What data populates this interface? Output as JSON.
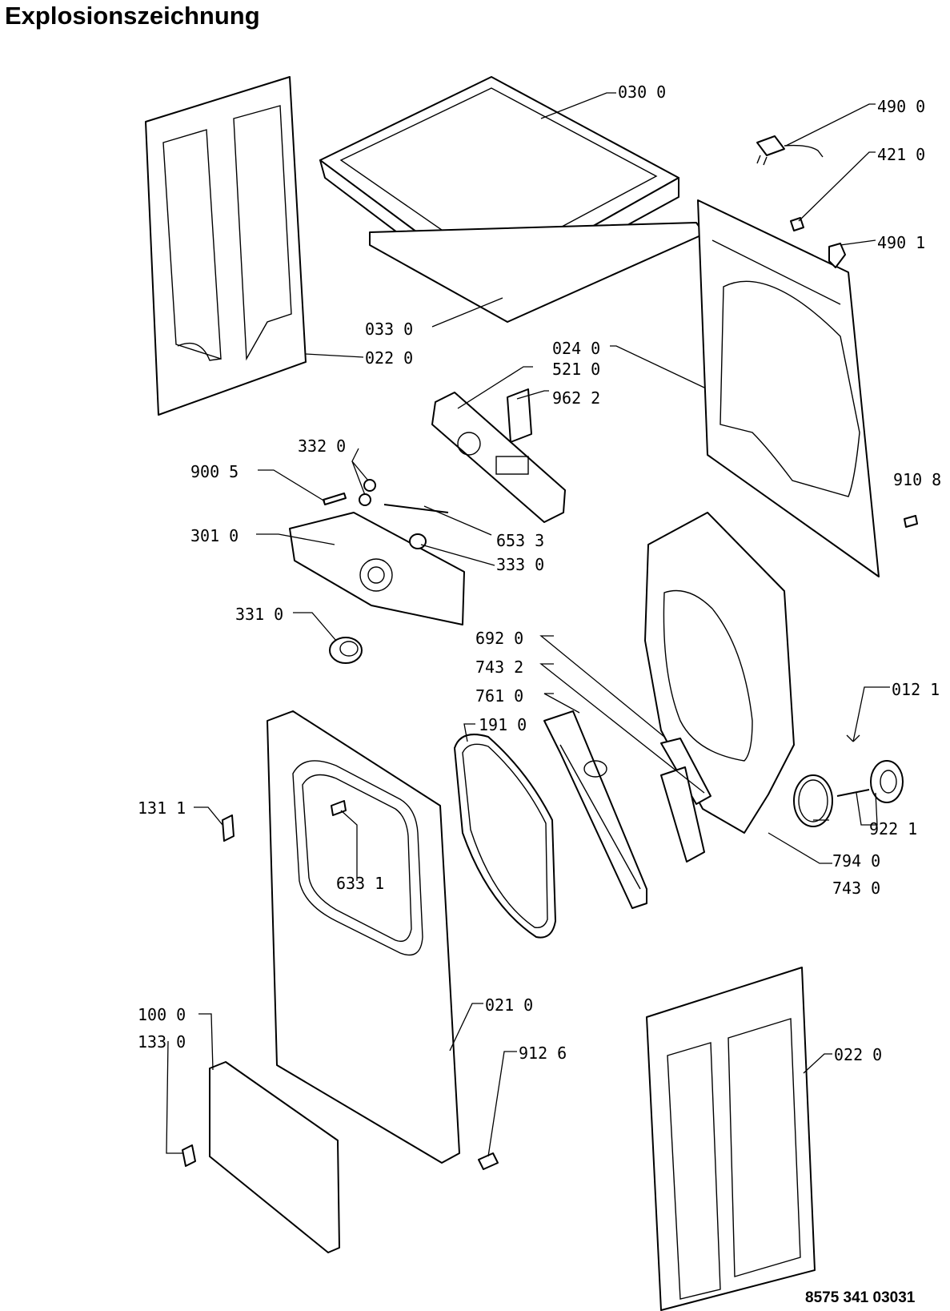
{
  "title": "Explosionszeichnung",
  "document_number": "8575 341 03031",
  "colors": {
    "line": "#000000",
    "background": "#ffffff"
  },
  "labels": {
    "p0300": "030 0",
    "p4900": "490 0",
    "p4210": "421 0",
    "p4901": "490 1",
    "p0330": "033 0",
    "p0220_top": "022 0",
    "p0240": "024 0",
    "p5210": "521 0",
    "p9622": "962 2",
    "p3320": "332 0",
    "p9005": "900 5",
    "p3010": "301 0",
    "p6533": "653 3",
    "p3330": "333 0",
    "p9108": "910 8",
    "p3310": "331 0",
    "p6920": "692 0",
    "p7432": "743 2",
    "p7610": "761 0",
    "p1910": "191 0",
    "p0121": "012 1",
    "p1311": "131 1",
    "p6331": "633 1",
    "p9221": "922 1",
    "p7940": "794 0",
    "p7430": "743 0",
    "p0210": "021 0",
    "p1000": "100 0",
    "p1330": "133 0",
    "p9126": "912 6",
    "p0220_bottom": "022 0"
  }
}
